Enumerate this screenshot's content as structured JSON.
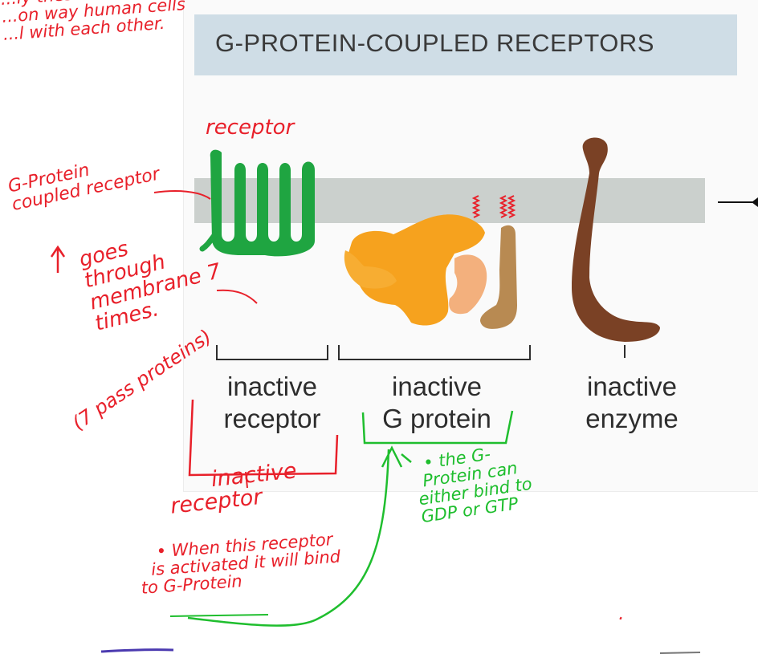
{
  "title": "G-PROTEIN-COUPLED RECEPTORS",
  "labels": {
    "receptor": [
      "inactive",
      "receptor"
    ],
    "gprotein": [
      "inactive",
      "G protein"
    ],
    "enzyme": [
      "inactive",
      "enzyme"
    ]
  },
  "annotations": {
    "top_note": [
      "...ly these are a",
      "...on way human cells",
      "...l with each other."
    ],
    "receptor_word": "receptor",
    "gpcr": [
      "G-Protein",
      "coupled receptor"
    ],
    "goes_through": [
      "goes",
      "through",
      "membrane 7",
      "times."
    ],
    "seven_pass": "(7 pass proteins)",
    "inactive_receptor": [
      "inactive",
      "receptor"
    ],
    "activated_note": [
      "• When this receptor",
      "is activated it will bind",
      "to G-Protein"
    ],
    "gprotein_note": [
      "• the G-",
      "Protein can",
      "either bind to",
      "GDP or GTP"
    ]
  },
  "colors": {
    "receptor": "#1fa541",
    "gprotein_orange": "#f6a21e",
    "gprotein_peach": "#f3b07d",
    "gprotein_tan": "#b88a52",
    "enzyme": "#7a4125",
    "membrane": "#cbd0cd",
    "title_band": "#cfdde6",
    "ink_red": "#e8202a",
    "ink_green": "#1fbe2e"
  }
}
